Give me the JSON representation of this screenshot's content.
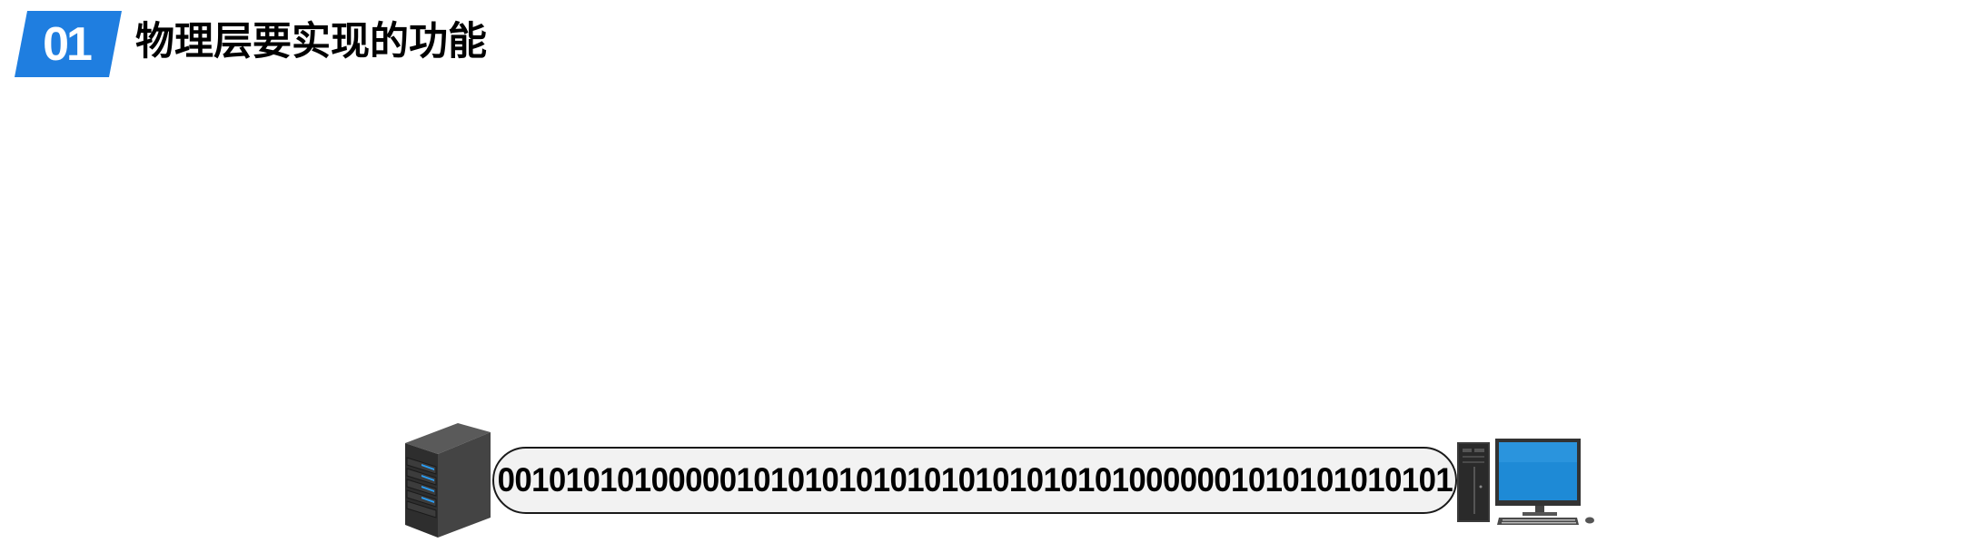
{
  "header": {
    "badge_number": "01",
    "title": "物理层要实现的功能"
  },
  "diagram": {
    "source_device": "server-icon",
    "target_device": "desktop-computer-icon",
    "bitstream": "00101010100000101010101010101010101010000001010101010101"
  },
  "colors": {
    "accent": "#1f7ee0",
    "pill_fill": "#f2f2f2",
    "pill_border": "#1a1a1a",
    "server_body": "#3a3a3a",
    "server_led": "#2a9df4",
    "monitor_screen": "#1e8ad6"
  }
}
